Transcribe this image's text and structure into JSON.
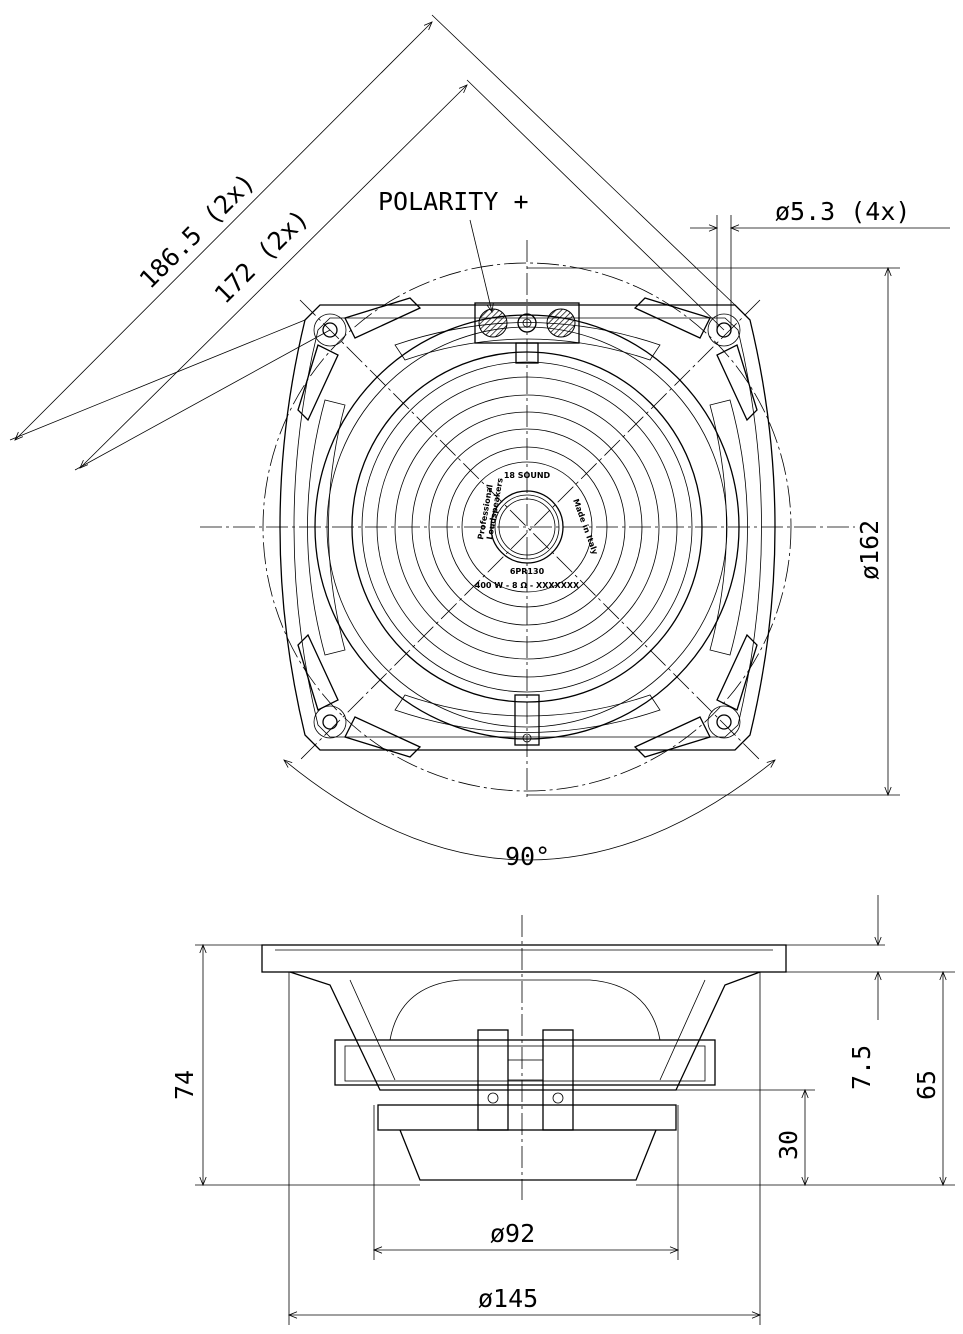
{
  "dimensions": {
    "diag_outer": "186.5 (2x)",
    "diag_inner": "172 (2x)",
    "polarity": "POLARITY +",
    "hole": "ø5.3 (4x)",
    "bolt_circle": "ø162",
    "angle": "90°",
    "height_total": "74",
    "flange": "7.5",
    "depth": "65",
    "magnet_height": "30",
    "magnet_dia": "ø92",
    "baffle_dia": "ø145"
  },
  "label": {
    "model": "6PR130",
    "rating": "400 W - 8 Ω - XXXXXXX",
    "origin": "Made in Italy",
    "line1": "Professional",
    "line2": "Loudspeakers"
  }
}
